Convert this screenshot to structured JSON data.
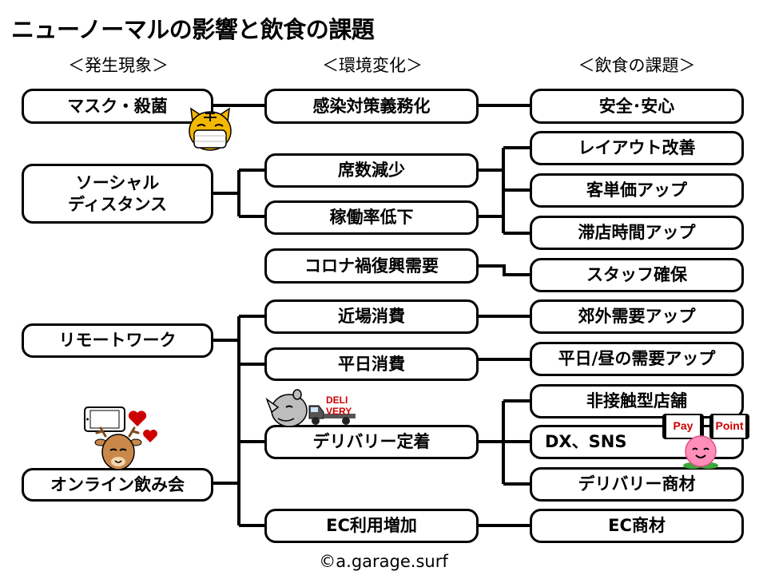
{
  "title": "ニューノーマルの影響と飲食の課題",
  "columns": {
    "phenomena": "＜発生現象＞",
    "environment": "＜環境変化＞",
    "issues": "＜飲食の課題＞"
  },
  "phenomena": {
    "mask": "マスク・殺菌",
    "social_line1": "ソーシャル",
    "social_line2": "ディスタンス",
    "remote": "リモートワーク",
    "online": "オンライン飲み会"
  },
  "environment": {
    "obligation": "感染対策義務化",
    "seats": "席数減少",
    "utilization": "稼働率低下",
    "recovery": "コロナ禍復興需要",
    "nearby": "近場消費",
    "weekday": "平日消費",
    "delivery": "デリバリー定着",
    "ec": "EC利用増加"
  },
  "issues": {
    "safety": "安全･安心",
    "layout": "レイアウト改善",
    "spend": "客単価アップ",
    "stay": "滞店時間アップ",
    "staff": "スタッフ確保",
    "suburb": "郊外需要アップ",
    "weekday": "平日/昼の需要アップ",
    "contactless": "非接触型店舗",
    "dx": "DX、SNS",
    "delivery_goods": "デリバリー商材",
    "ec_goods": "EC商材"
  },
  "decorations": {
    "truck_label_1": "DELI",
    "truck_label_2": "VERY",
    "pay_label": "Pay",
    "point_label": "Point"
  },
  "copyright": "©a.garage.surf",
  "colors": {
    "line": "#000000",
    "box_fill": "#ffffff",
    "accent_red": "#cc0000"
  }
}
